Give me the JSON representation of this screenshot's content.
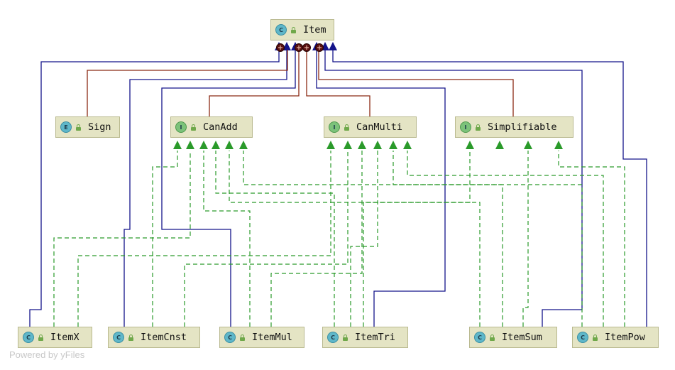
{
  "nodes": {
    "item": {
      "label": "Item",
      "badge": "C"
    },
    "sign": {
      "label": "Sign",
      "badge": "E"
    },
    "canadd": {
      "label": "CanAdd",
      "badge": "I"
    },
    "canmulti": {
      "label": "CanMulti",
      "badge": "I"
    },
    "simplifiable": {
      "label": "Simplifiable",
      "badge": "I"
    },
    "itemx": {
      "label": "ItemX",
      "badge": "C"
    },
    "itemcnst": {
      "label": "ItemCnst",
      "badge": "C"
    },
    "itemmul": {
      "label": "ItemMul",
      "badge": "C"
    },
    "itemtri": {
      "label": "ItemTri",
      "badge": "C"
    },
    "itemsum": {
      "label": "ItemSum",
      "badge": "C"
    },
    "itempow": {
      "label": "ItemPow",
      "badge": "C"
    }
  },
  "edge_colors": {
    "extends": "#14148a",
    "inner": "#8b2a14",
    "implements": "#2a9a2a"
  },
  "edges": {
    "extends": [
      {
        "from": "itemx",
        "to": "item"
      },
      {
        "from": "itemcnst",
        "to": "item"
      },
      {
        "from": "itemmul",
        "to": "item"
      },
      {
        "from": "itemtri",
        "to": "item"
      },
      {
        "from": "itemsum",
        "to": "item"
      },
      {
        "from": "itempow",
        "to": "item"
      }
    ],
    "inner": [
      {
        "from": "sign",
        "to": "item"
      },
      {
        "from": "canadd",
        "to": "item"
      },
      {
        "from": "canmulti",
        "to": "item"
      },
      {
        "from": "simplifiable",
        "to": "item"
      }
    ],
    "implements": [
      {
        "from": "itemx",
        "to": "canadd"
      },
      {
        "from": "itemx",
        "to": "canmulti"
      },
      {
        "from": "itemcnst",
        "to": "canadd"
      },
      {
        "from": "itemcnst",
        "to": "canmulti"
      },
      {
        "from": "itemmul",
        "to": "canadd"
      },
      {
        "from": "itemmul",
        "to": "canmulti"
      },
      {
        "from": "itemtri",
        "to": "canadd"
      },
      {
        "from": "itemtri",
        "to": "canmulti"
      },
      {
        "from": "itemtri",
        "to": "simplifiable"
      },
      {
        "from": "itemsum",
        "to": "canadd"
      },
      {
        "from": "itemsum",
        "to": "canmulti"
      },
      {
        "from": "itemsum",
        "to": "simplifiable"
      },
      {
        "from": "itempow",
        "to": "canadd"
      },
      {
        "from": "itempow",
        "to": "canmulti"
      },
      {
        "from": "itempow",
        "to": "simplifiable"
      }
    ]
  },
  "watermark": "Powered by yFiles"
}
